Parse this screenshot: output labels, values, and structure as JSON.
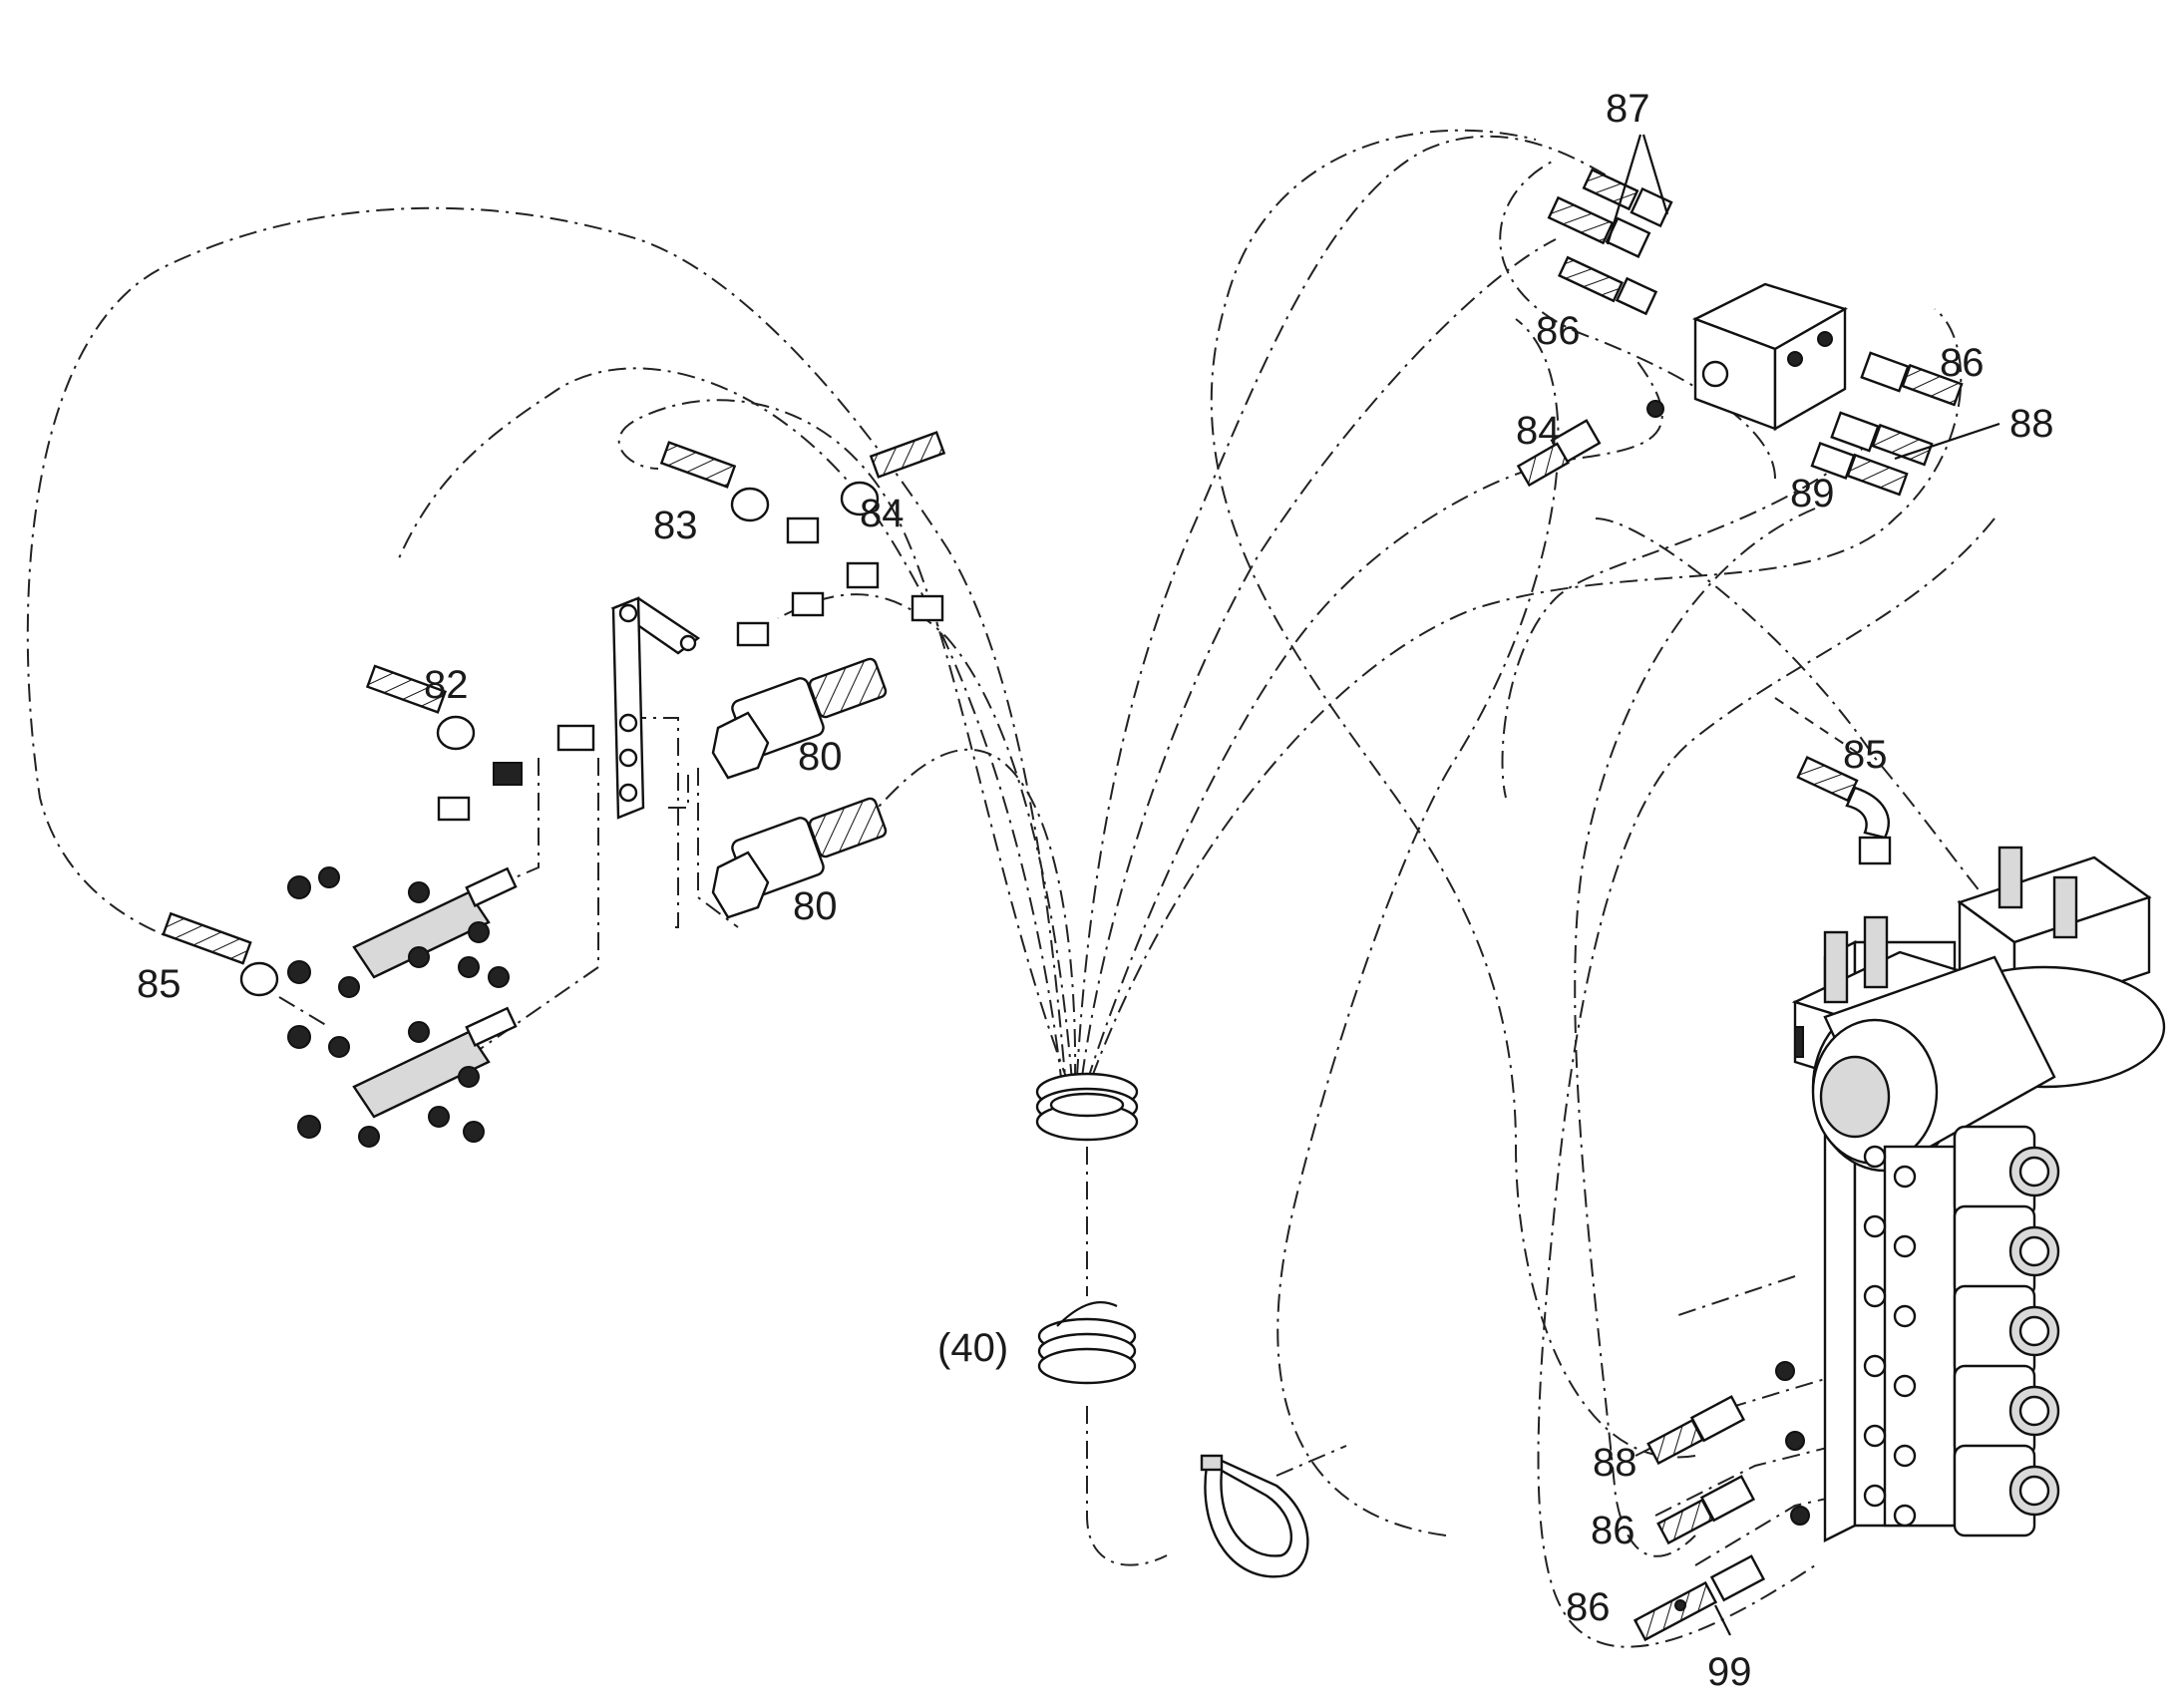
{
  "callouts": [
    {
      "id": "c87",
      "text": "87"
    },
    {
      "id": "c86a",
      "text": "86"
    },
    {
      "id": "c86b",
      "text": "86"
    },
    {
      "id": "c84a",
      "text": "84"
    },
    {
      "id": "c88a",
      "text": "88"
    },
    {
      "id": "c89",
      "text": "89"
    },
    {
      "id": "c83",
      "text": "83"
    },
    {
      "id": "c84b",
      "text": "84"
    },
    {
      "id": "c82",
      "text": "82"
    },
    {
      "id": "c80a",
      "text": "80"
    },
    {
      "id": "c80b",
      "text": "80"
    },
    {
      "id": "c85a",
      "text": "85"
    },
    {
      "id": "c85b",
      "text": "85"
    },
    {
      "id": "c40",
      "text": "(40)"
    },
    {
      "id": "c88b",
      "text": "88"
    },
    {
      "id": "c86c",
      "text": "86"
    },
    {
      "id": "c86d",
      "text": "86"
    },
    {
      "id": "c99",
      "text": "99"
    }
  ]
}
